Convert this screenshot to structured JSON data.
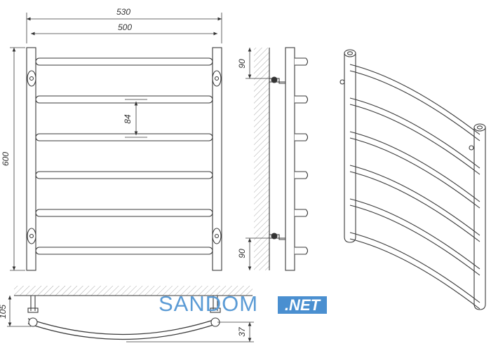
{
  "dimensions": {
    "outer_width": "530",
    "inner_width": "500",
    "height": "600",
    "rail_spacing": "84",
    "top_mount": "90",
    "bottom_mount": "90",
    "depth": "105",
    "bow": "37"
  },
  "watermark": {
    "brand": "SANDOM",
    "suffix": ".NET"
  },
  "colors": {
    "line": "#3a3a3a",
    "watermark_text": "#5b9bd5",
    "watermark_badge": "#4a8fd0"
  }
}
